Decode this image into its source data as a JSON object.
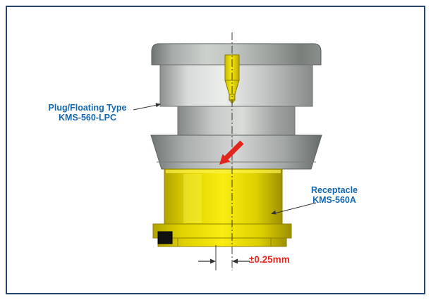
{
  "figure": {
    "plug_label": {
      "line1": "Plug/Floating Type",
      "line2": "KMS-560-LPC"
    },
    "receptacle_label": {
      "line1": "Receptacle",
      "line2": "KMS-560A"
    },
    "tolerance_label": "±0.25mm",
    "colors": {
      "frame_border": "#27456f",
      "label_blue": "#1467ae",
      "tolerance_red": "#e2261d",
      "arrow_red": "#e2261d",
      "plug_gray": "#b5b9b7",
      "receptacle_yellow": "#f2e60a",
      "keying_block_black": "#111111"
    }
  }
}
